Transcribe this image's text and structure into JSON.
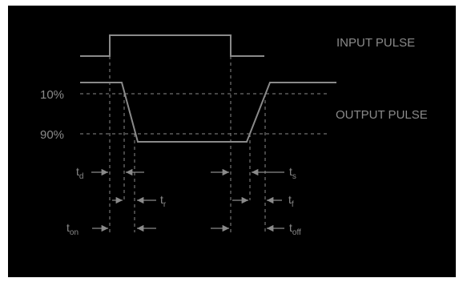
{
  "labels": {
    "input_pulse": "INPUT PULSE",
    "output_pulse": "OUTPUT PULSE",
    "pct_10": "10%",
    "pct_90": "90%",
    "td": {
      "main": "t",
      "sub": "d"
    },
    "tr": {
      "main": "t",
      "sub": "r"
    },
    "ton": {
      "main": "t",
      "sub": "on"
    },
    "ts": {
      "main": "t",
      "sub": "s"
    },
    "tf": {
      "main": "t",
      "sub": "f"
    },
    "toff": {
      "main": "t",
      "sub": "off"
    }
  },
  "colors": {
    "background": "#000000",
    "waveform": "#8a8a8a",
    "dashed": "#8a8a8a",
    "arrow": "#8a8a8a",
    "text": "#8a8a8a"
  }
}
